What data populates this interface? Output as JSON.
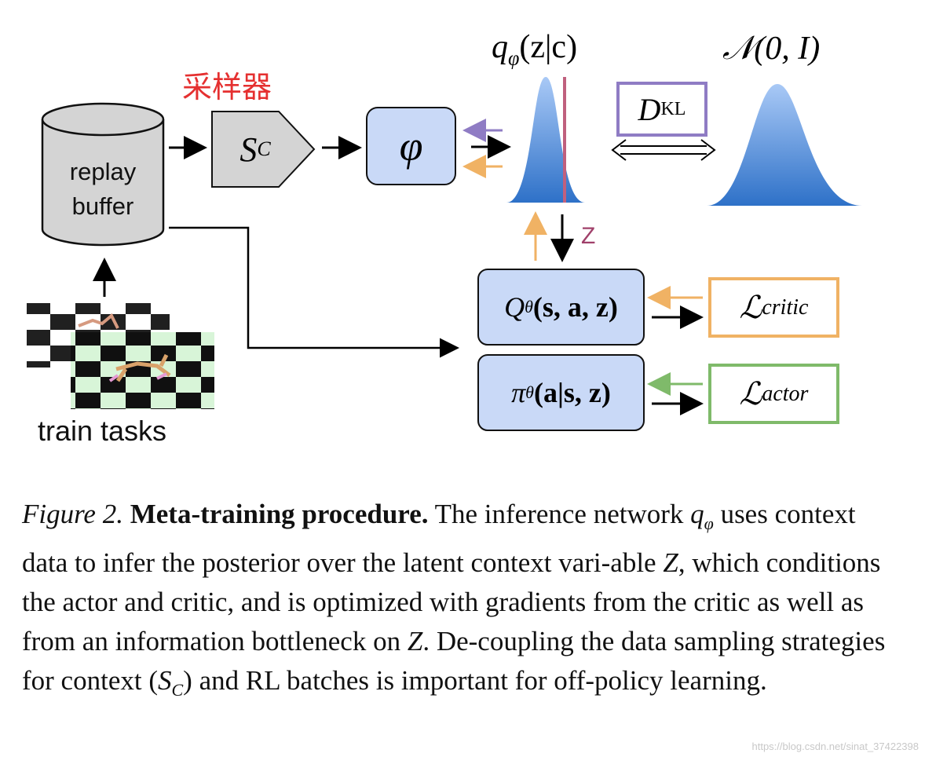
{
  "labels": {
    "sampler_chinese": "采样器",
    "replay_buffer": [
      "replay",
      "buffer"
    ],
    "train_tasks": "train tasks",
    "sampler_symbol": "S",
    "sampler_sub": "C",
    "encoder_symbol": "φ",
    "posterior": "q",
    "posterior_sub": "φ",
    "posterior_args": "(z|c)",
    "prior": "𝒩(0, I)",
    "dkl": "D",
    "dkl_sub": "KL",
    "z_label": "Z",
    "critic_net": "Q",
    "critic_sub": "θ",
    "critic_args": "(s, a, z)",
    "actor_net": "π",
    "actor_sub": "θ",
    "actor_args": "(a|s, z)",
    "loss_critic": "ℒ",
    "loss_critic_sub": "critic",
    "loss_actor": "ℒ",
    "loss_actor_sub": "actor"
  },
  "caption": {
    "figure": "Figure 2.",
    "title": "Meta-training procedure.",
    "text_1": "The inference network",
    "q": "q",
    "q_sub": "φ",
    "text_2": "uses context data to infer the posterior over the latent context vari-able",
    "z1": "Z",
    "text_3": ", which conditions the actor and critic, and is optimized with gradients from the critic as well as from an information bottleneck on",
    "z2": "Z",
    "text_4": ". De-coupling the data sampling strategies for context (",
    "sc": "S",
    "sc_sub": "C",
    "text_5": ") and RL batches is important for off-policy learning."
  },
  "watermark": "https://blog.csdn.net/sinat_37422398",
  "colors": {
    "purple": "#8f7cc4",
    "orange": "#f0b264",
    "green": "#7fba6a",
    "node_fill": "#c9d9f7",
    "gauss_top": "#a9c9f6",
    "gauss_bottom": "#2e71c8",
    "z_line": "#c0607e",
    "red": "#e53030",
    "grey_fill": "#d4d4d4"
  }
}
